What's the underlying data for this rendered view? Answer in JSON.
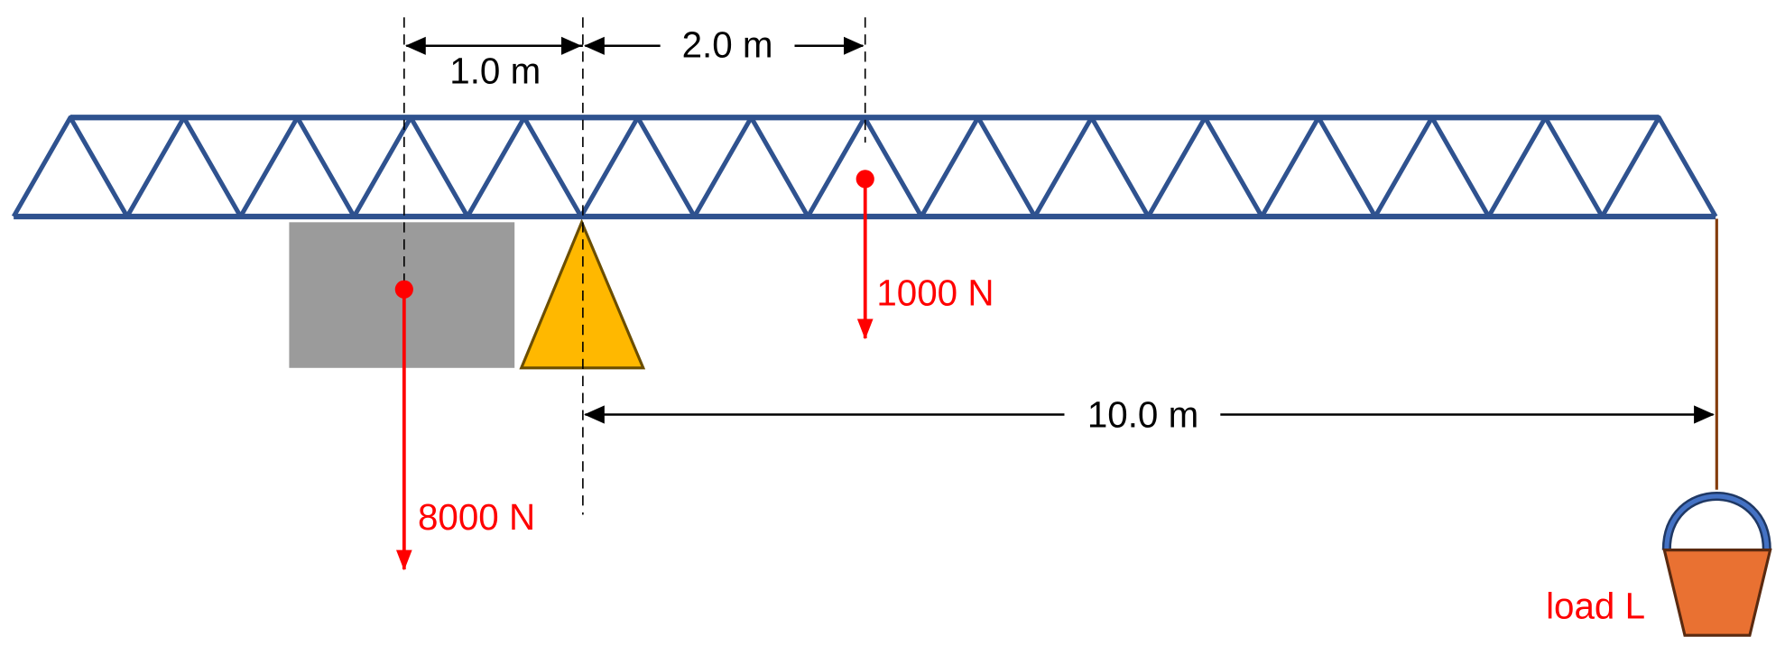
{
  "dimensions": {
    "d1": "1.0 m",
    "d2": "2.0 m",
    "d3": "10.0 m"
  },
  "forces": {
    "counterweight": "8000 N",
    "boom": "1000 N"
  },
  "load_label": "load L",
  "colors": {
    "truss": "#2F528F",
    "force": "#FF0000",
    "counterweight": "#9B9B9B",
    "pivot": "#FFB800",
    "bucket": "#E97132",
    "rope": "#843C0C"
  }
}
